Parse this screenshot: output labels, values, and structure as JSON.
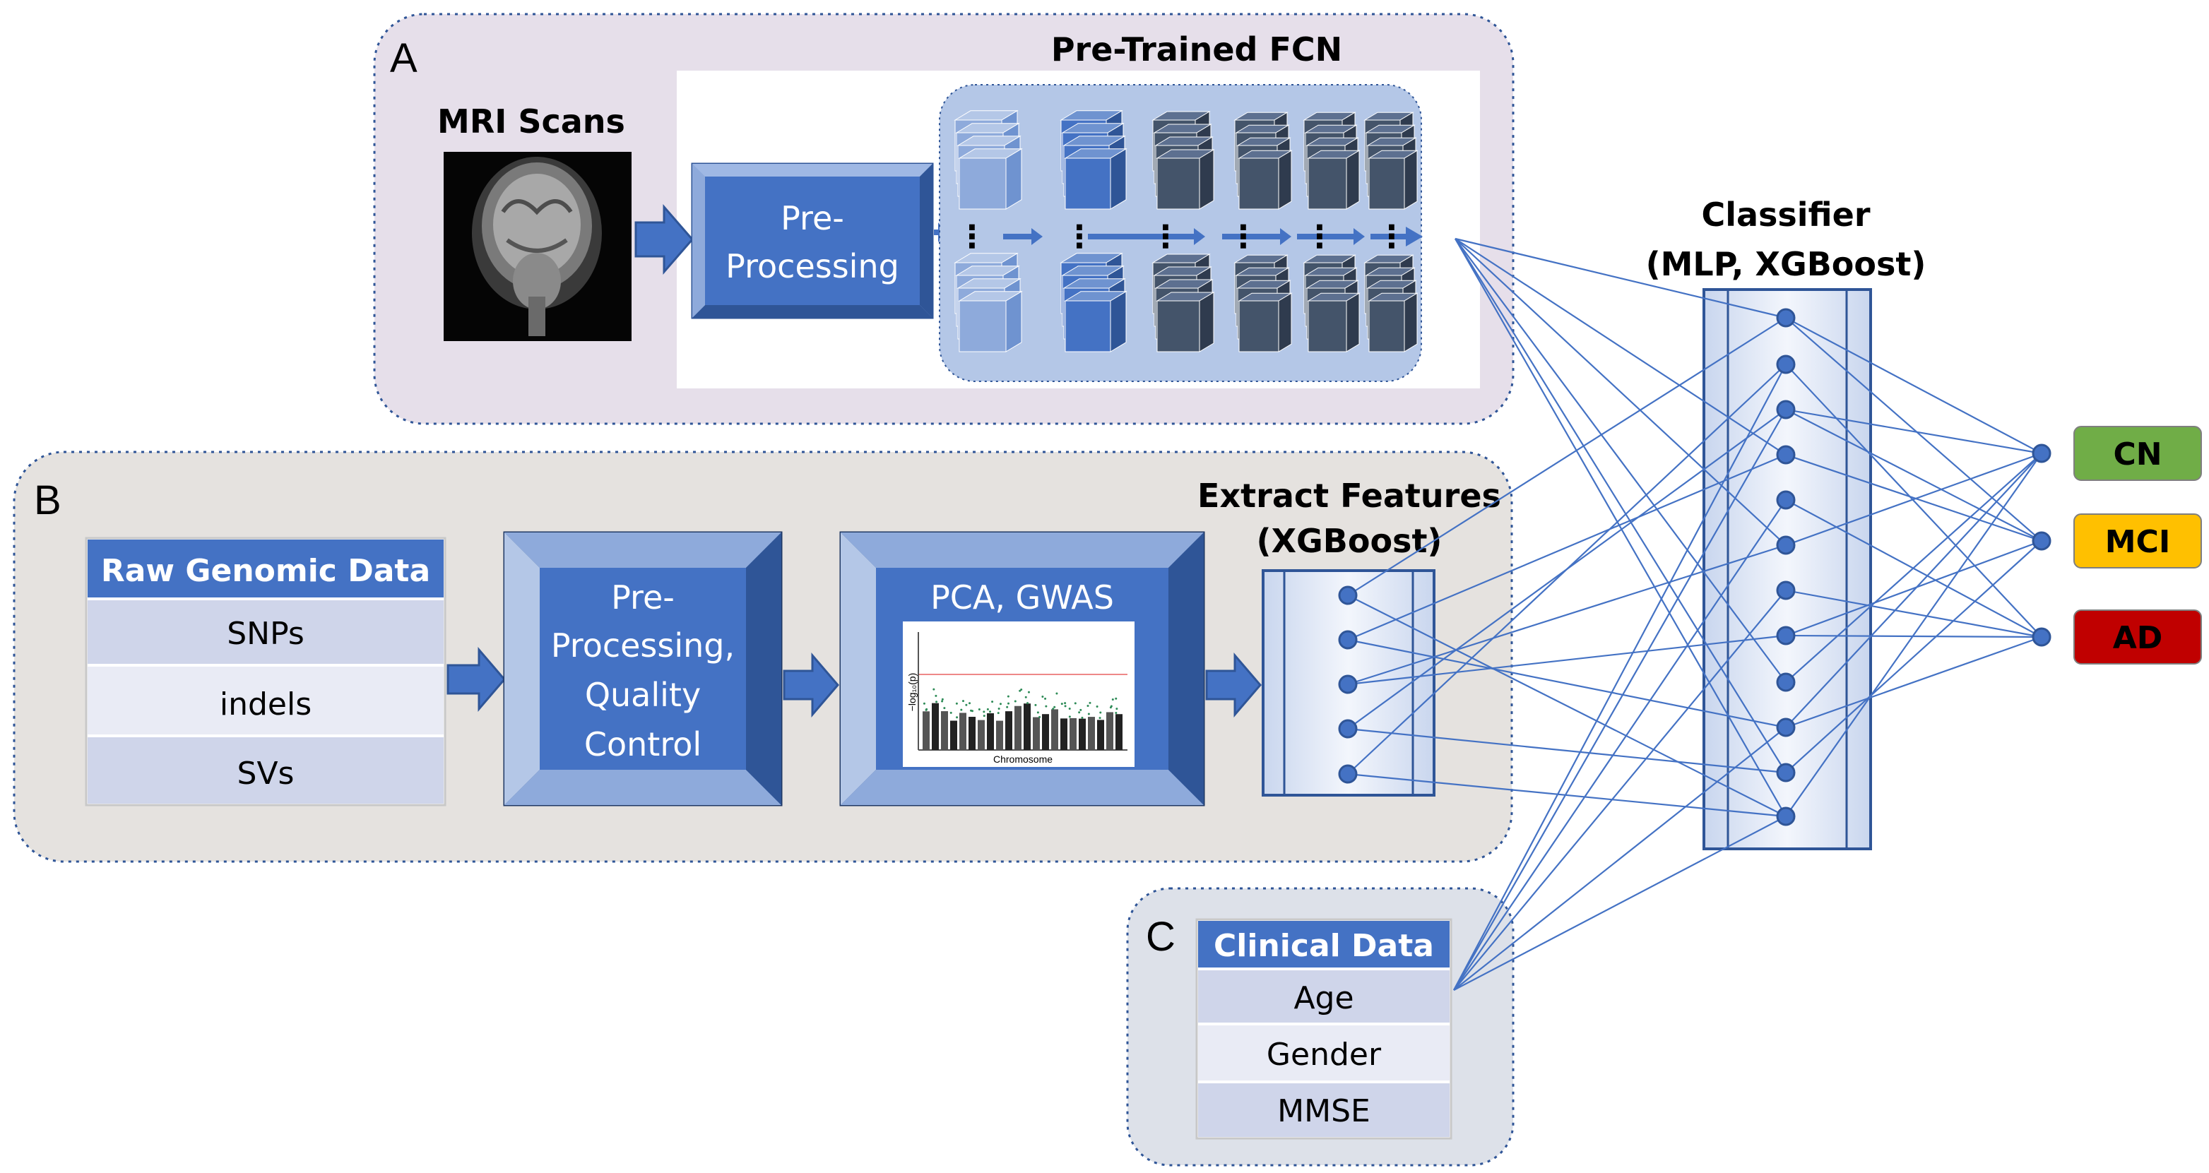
{
  "sections": {
    "a": {
      "label": "A"
    },
    "b": {
      "label": "B"
    },
    "c": {
      "label": "C"
    }
  },
  "mri": {
    "title": "MRI Scans"
  },
  "fcn": {
    "title": "Pre-Trained FCN",
    "preprocessing": {
      "line1": "Pre-",
      "line2": "Processing"
    }
  },
  "genomic": {
    "table": {
      "header": "Raw Genomic Data",
      "rows": [
        "SNPs",
        "indels",
        "SVs"
      ]
    },
    "preprocessing": {
      "line1": "Pre-",
      "line2": "Processing,",
      "line3": "Quality",
      "line4": "Control"
    },
    "pca": {
      "title": "PCA, GWAS",
      "manhattan_ylabel": "−log₁₀(p)",
      "manhattan_xlabel": "Chromosome"
    },
    "extract": {
      "line1": "Extract Features",
      "line2": "(XGBoost)"
    }
  },
  "clinical": {
    "header": "Clinical Data",
    "rows": [
      "Age",
      "Gender",
      "MMSE"
    ]
  },
  "classifier": {
    "line1": "Classifier",
    "line2": "(MLP, XGBoost)"
  },
  "outputs": [
    {
      "label": "CN",
      "color": "#70ad47"
    },
    {
      "label": "MCI",
      "color": "#ffc000"
    },
    {
      "label": "AD",
      "color": "#c00000"
    }
  ],
  "colors": {
    "accent_blue": "#4472c4",
    "dark_blue": "#2f5597",
    "section_a_bg": "#e6dfea",
    "section_b_bg": "#e5e2df",
    "section_c_bg": "#dde1e9",
    "edge_blue": "#4472c4"
  }
}
